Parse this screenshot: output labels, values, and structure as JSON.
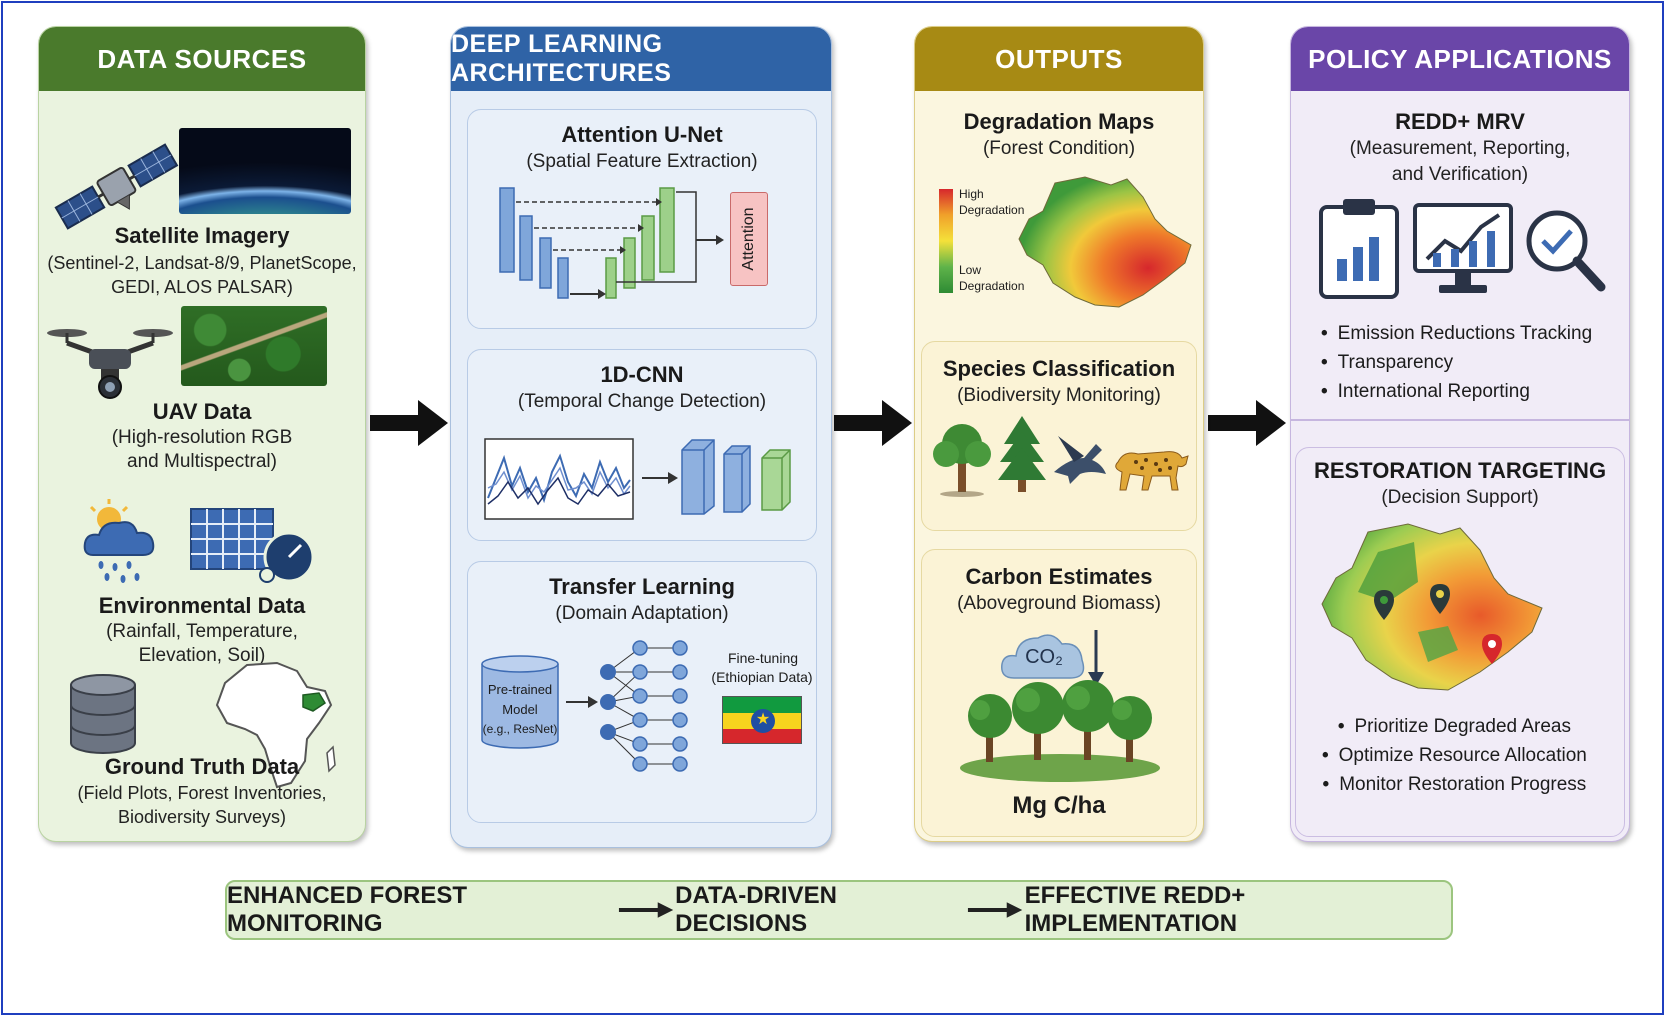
{
  "columns": {
    "data_sources": {
      "header": "DATA SOURCES",
      "items": [
        {
          "title": "Satellite Imagery",
          "lines": [
            "(Sentinel-2, Landsat-8/9, PlanetScope,",
            "GEDI, ALOS PALSAR)"
          ]
        },
        {
          "title": "UAV Data",
          "lines": [
            "(High-resolution RGB",
            "and Multispectral)"
          ]
        },
        {
          "title": "Environmental Data",
          "lines": [
            "(Rainfall, Temperature,",
            "Elevation, Soil)"
          ]
        },
        {
          "title": "Ground Truth Data",
          "lines": [
            "(Field Plots, Forest Inventories,",
            "Biodiversity Surveys)"
          ]
        }
      ]
    },
    "deep_learning": {
      "header": "DEEP LEARNING ARCHITECTURES",
      "attention_unet": {
        "title": "Attention U-Net",
        "subtitle": "(Spatial Feature Extraction)",
        "attention_label": "Attention"
      },
      "cnn1d": {
        "title": "1D-CNN",
        "subtitle": "(Temporal Change Detection)"
      },
      "transfer": {
        "title": "Transfer Learning",
        "subtitle": "(Domain Adaptation)",
        "model_lines": [
          "Pre-trained",
          "Model",
          "(e.g., ResNet)"
        ],
        "finetune_lines": [
          "Fine-tuning",
          "(Ethiopian Data)"
        ]
      }
    },
    "outputs": {
      "header": "OUTPUTS",
      "degradation": {
        "title": "Degradation Maps",
        "subtitle": "(Forest Condition)",
        "legend_high": [
          "High",
          "Degradation"
        ],
        "legend_low": [
          "Low",
          "Degradation"
        ]
      },
      "species": {
        "title": "Species Classification",
        "subtitle": "(Biodiversity Monitoring)"
      },
      "carbon": {
        "title": "Carbon Estimates",
        "subtitle": "(Aboveground Biomass)",
        "co2": "CO₂",
        "unit": "Mg C/ha"
      }
    },
    "policy": {
      "header": "POLICY APPLICATIONS",
      "redd": {
        "title": "REDD+ MRV",
        "subtitle_lines": [
          "(Measurement, Reporting,",
          "and Verification)"
        ],
        "bullets": [
          "Emission Reductions Tracking",
          "Transparency",
          "International Reporting"
        ]
      },
      "restoration": {
        "title": "RESTORATION TARGETING",
        "subtitle": "(Decision Support)",
        "bullets": [
          "Prioritize Degraded Areas",
          "Optimize Resource Allocation",
          "Monitor Restoration Progress"
        ]
      }
    }
  },
  "footer": [
    "ENHANCED FOREST MONITORING",
    "DATA-DRIVEN DECISIONS",
    "EFFECTIVE REDD+ IMPLEMENTATION"
  ],
  "colors": {
    "green_header": "#4a7a2c",
    "blue_header": "#2f63a6",
    "gold_header": "#a78a14",
    "purple_header": "#6a46a8",
    "green_bg": "#eaf3df",
    "blue_bg": "#e6eef8",
    "gold_bg": "#fbf6df",
    "purple_bg": "#f1ecf7"
  }
}
